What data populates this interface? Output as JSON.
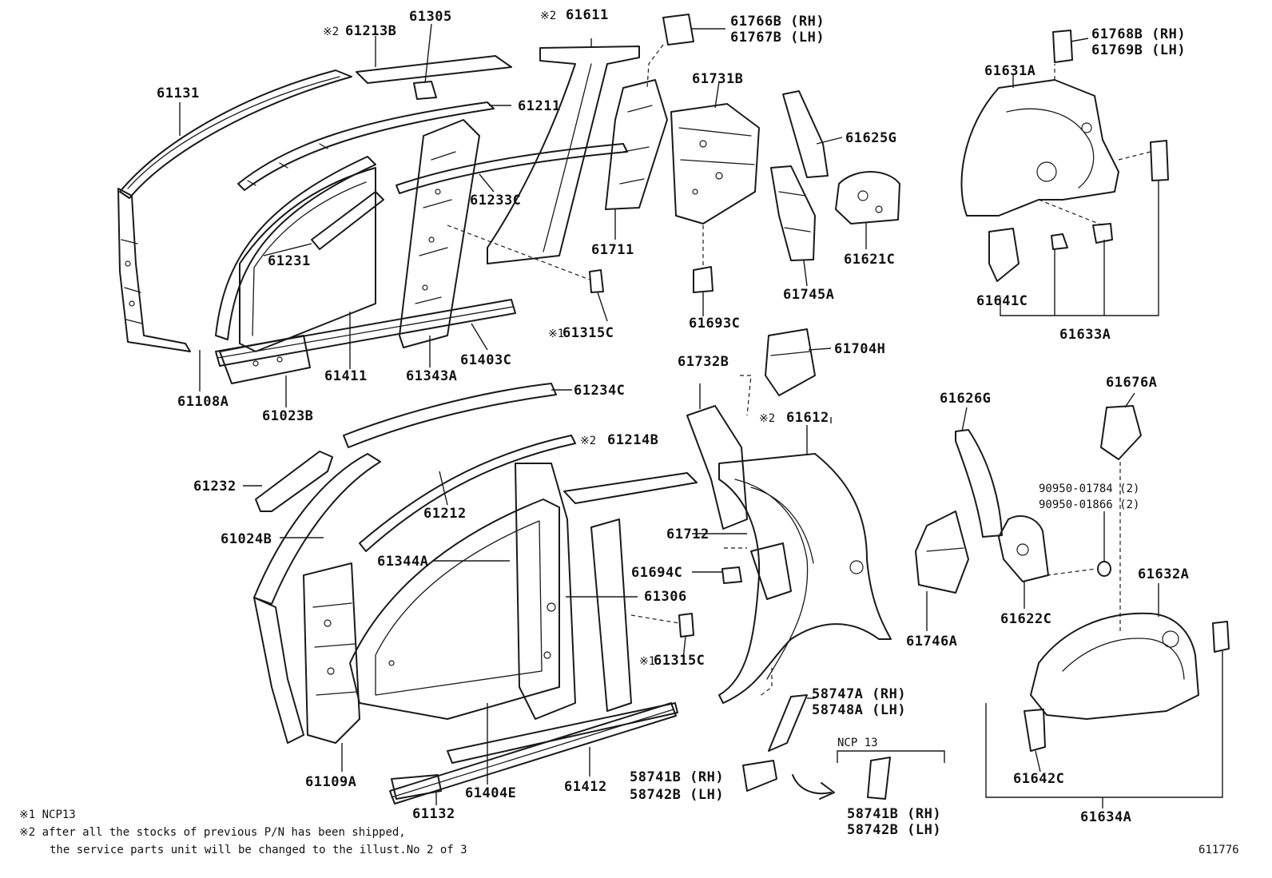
{
  "diagram_id": "611776",
  "parts": [
    "61131",
    "61213B",
    "61305",
    "61211",
    "61231",
    "61233C",
    "61411",
    "61403C",
    "61343A",
    "61108A",
    "61023B",
    "61611",
    "61711",
    "61766B (RH)",
    "61767B (LH)",
    "61731B",
    "61693C",
    "61625G",
    "61621C",
    "61745A",
    "61768B (RH)",
    "61769B (LH)",
    "61631A",
    "61641C",
    "61633A",
    "61315C",
    "61234C",
    "61232",
    "61024B",
    "61212",
    "61214B",
    "61344A",
    "61306",
    "61315C",
    "61109A",
    "61132",
    "61404E",
    "61412",
    "61732B",
    "61704H",
    "61612",
    "61712",
    "61694C",
    "58747A (RH)",
    "58748A (LH)",
    "58741B (RH)",
    "58742B (LH)",
    "NCP 13",
    "58741B (RH)",
    "58742B (LH)",
    "61626G",
    "61746A",
    "61622C",
    "61676A",
    "90950-01784 (2)",
    "90950-01866 (2)",
    "61632A",
    "61642C",
    "61634A"
  ],
  "mark2": "※2",
  "mark1": "※1",
  "notes": [
    "※1 NCP13",
    "※2 after all the stocks of previous P/N has been shipped,",
    "the service parts unit will be changed to the illust.No 2 of 3"
  ]
}
